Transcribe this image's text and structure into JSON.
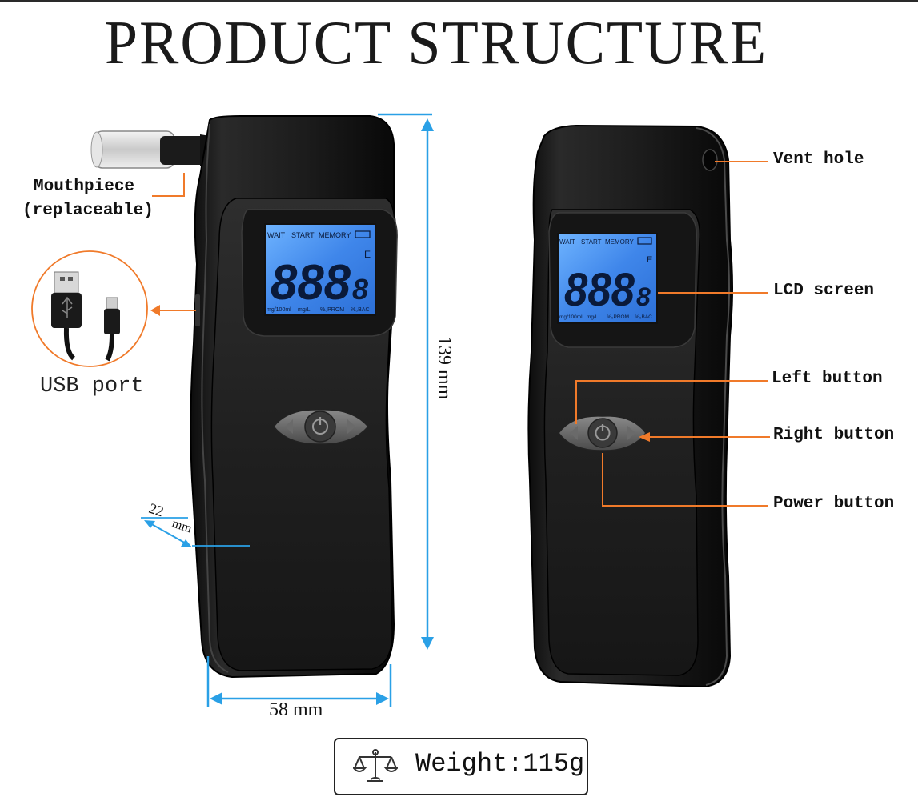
{
  "title": "PRODUCT STRUCTURE",
  "labels": {
    "mouthpiece": "Mouthpiece",
    "mouthpiece_note": "(replaceable)",
    "usb_port": "USB port",
    "vent_hole": "Vent hole",
    "lcd_screen": "LCD screen",
    "left_button": "Left button",
    "right_button": "Right button",
    "power_button": "Power button"
  },
  "dimensions": {
    "height": "139 mm",
    "width": "58 mm",
    "depth_value": "22",
    "depth_unit": "mm"
  },
  "lcd": {
    "top_words": [
      "WAIT",
      "START",
      "MEMORY"
    ],
    "digits": "888",
    "small_digit": "8",
    "unit_e": "E",
    "bottom_units": [
      "mg/100ml",
      "mg/L",
      "%₀PROM",
      "%₀BAC"
    ]
  },
  "weight": "Weight:115g",
  "colors": {
    "dimension_blue": "#2aa0e6",
    "callout_orange": "#f07a2a",
    "lcd_blue": "#3a8ee8",
    "device_black": "#1e1e1e"
  }
}
